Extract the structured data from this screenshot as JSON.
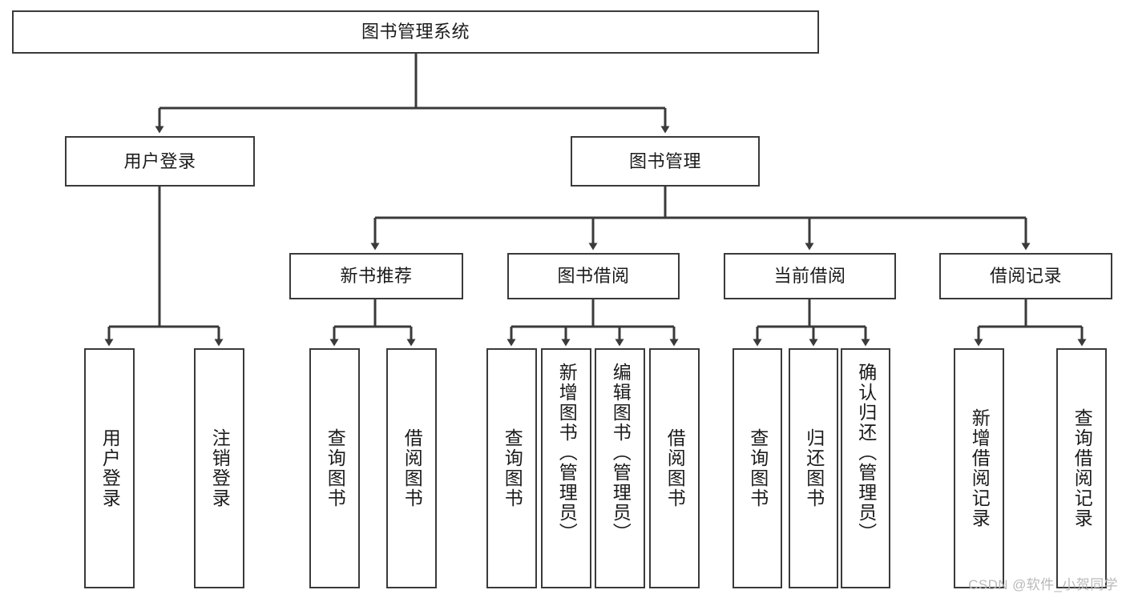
{
  "diagram": {
    "title": "图书管理系统",
    "watermark": "CSDN @软件_小贺同学",
    "line_color": "#3a3a3a",
    "text_color": "#1b1b1b",
    "background": "#ffffff",
    "levels": {
      "root": {
        "label": "图书管理系统"
      },
      "level2": [
        {
          "label": "用户登录"
        },
        {
          "label": "图书管理"
        }
      ],
      "level3": [
        {
          "label": "新书推荐"
        },
        {
          "label": "图书借阅"
        },
        {
          "label": "当前借阅"
        },
        {
          "label": "借阅记录"
        }
      ],
      "leaves": [
        {
          "label": "用户登录",
          "parent": "用户登录"
        },
        {
          "label": "注销登录",
          "parent": "用户登录"
        },
        {
          "label": "查询图书",
          "parent": "新书推荐"
        },
        {
          "label": "借阅图书",
          "parent": "新书推荐"
        },
        {
          "label": "查询图书",
          "parent": "图书借阅"
        },
        {
          "label": "新增图书（管理员）",
          "parent": "图书借阅"
        },
        {
          "label": "编辑图书（管理员）",
          "parent": "图书借阅"
        },
        {
          "label": "借阅图书",
          "parent": "图书借阅"
        },
        {
          "label": "查询图书",
          "parent": "当前借阅"
        },
        {
          "label": "归还图书",
          "parent": "当前借阅"
        },
        {
          "label": "确认归还（管理员）",
          "parent": "当前借阅"
        },
        {
          "label": "新增借阅记录",
          "parent": "借阅记录"
        },
        {
          "label": "查询借阅记录",
          "parent": "借阅记录"
        }
      ]
    }
  }
}
